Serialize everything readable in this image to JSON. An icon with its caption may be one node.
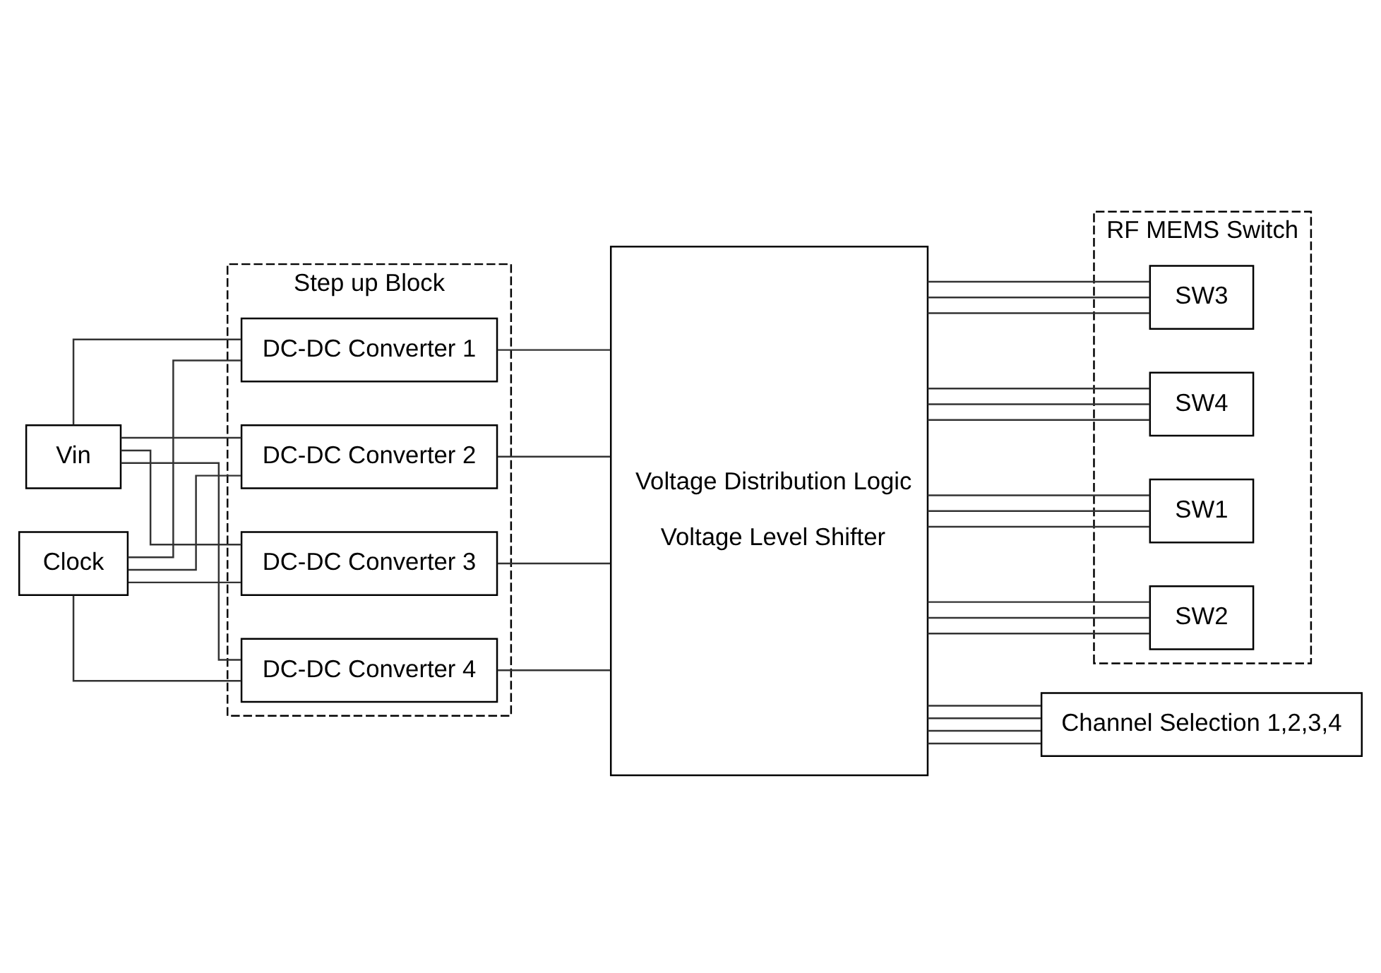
{
  "diagram": {
    "nodes": [
      {
        "text": [
          "Step up Block"
        ]
      },
      {
        "text": [
          "Vin"
        ]
      },
      {
        "text": [
          "DC-DC Converter 1"
        ],
        "in": 0
      },
      {
        "text": [
          "DC-DC Converter 2"
        ],
        "in": 0
      },
      {
        "text": [
          "DC-DC Converter 3"
        ],
        "in": 0
      },
      {
        "text": [
          "DC-DC Converter 4"
        ],
        "in": 0
      },
      {
        "text": [
          "Voltage Distribution Logic",
          "Voltage Level Shifter"
        ]
      },
      {
        "text": [
          "RF MEMS Switch"
        ]
      },
      {
        "text": [
          "SW1"
        ],
        "in": 7
      },
      {
        "text": [
          "SW2"
        ],
        "in": 7
      },
      {
        "text": [
          "SW3"
        ],
        "in": 7
      },
      {
        "text": [
          "SW4"
        ],
        "in": 7
      },
      {
        "text": [
          "Clock"
        ]
      },
      {
        "text": [
          "Channel Selection 1,2,3,4"
        ]
      }
    ],
    "edges": [
      {
        "from": 1,
        "to": 2,
        "arrow": "none"
      },
      {
        "from": 1,
        "to": 3,
        "arrow": "none"
      },
      {
        "from": 1,
        "to": 4,
        "arrow": "none"
      },
      {
        "from": 1,
        "to": 5,
        "arrow": "none"
      },
      {
        "from": 12,
        "to": 2,
        "arrow": "none"
      },
      {
        "from": 12,
        "to": 3,
        "arrow": "none"
      },
      {
        "from": 12,
        "to": 4,
        "arrow": "none"
      },
      {
        "from": 12,
        "to": 5,
        "arrow": "none"
      },
      {
        "from": 2,
        "to": 6,
        "arrow": "none"
      },
      {
        "from": 3,
        "to": 6,
        "arrow": "none"
      },
      {
        "from": 4,
        "to": 6,
        "arrow": "none"
      },
      {
        "from": 5,
        "to": 6,
        "arrow": "none"
      },
      {
        "from": 6,
        "to": 8,
        "arrow": "none"
      },
      {
        "from": 6,
        "to": 8,
        "arrow": "none"
      },
      {
        "from": 6,
        "to": 8,
        "arrow": "none"
      },
      {
        "from": 6,
        "to": 9,
        "arrow": "none"
      },
      {
        "from": 6,
        "to": 9,
        "arrow": "none"
      },
      {
        "from": 6,
        "to": 9,
        "arrow": "none"
      },
      {
        "from": 6,
        "to": 10,
        "arrow": "none"
      },
      {
        "from": 6,
        "to": 10,
        "arrow": "none"
      },
      {
        "from": 6,
        "to": 10,
        "arrow": "none"
      },
      {
        "from": 6,
        "to": 11,
        "arrow": "none"
      },
      {
        "from": 6,
        "to": 11,
        "arrow": "none"
      },
      {
        "from": 6,
        "to": 11,
        "arrow": "none"
      },
      {
        "from": 6,
        "to": 13,
        "arrow": "none"
      },
      {
        "from": 6,
        "to": 13,
        "arrow": "none"
      },
      {
        "from": 6,
        "to": 13,
        "arrow": "none"
      },
      {
        "from": 6,
        "to": 13,
        "arrow": "none"
      }
    ]
  }
}
